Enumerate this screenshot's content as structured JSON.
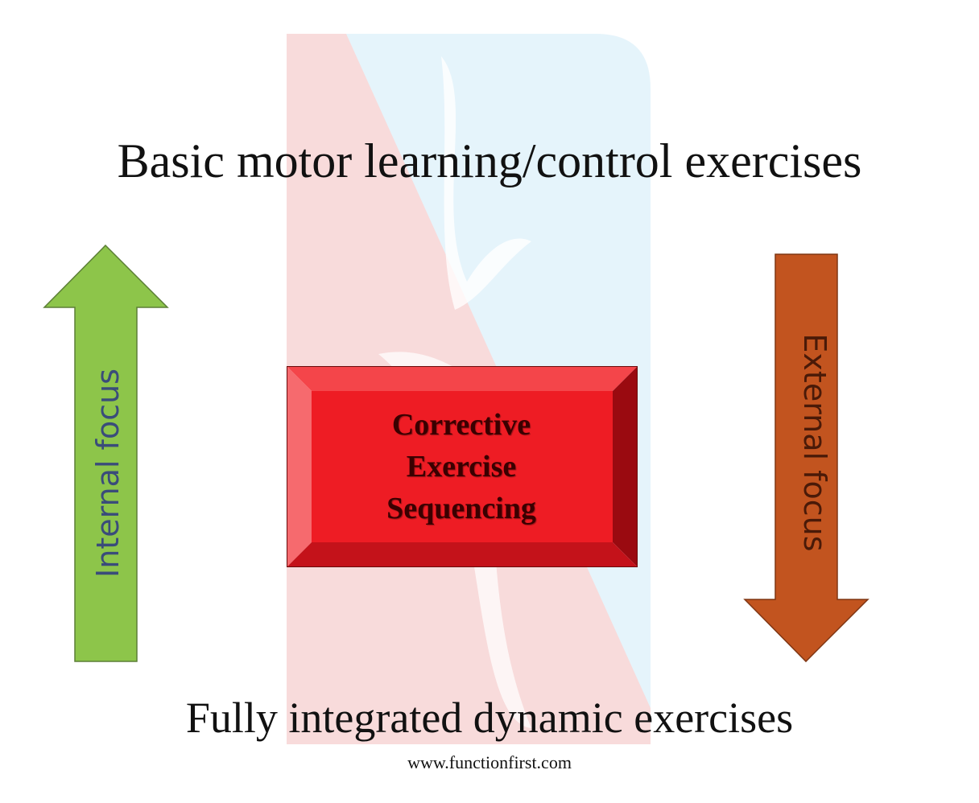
{
  "top_heading": "Basic motor learning/control exercises",
  "bottom_heading": "Fully integrated dynamic exercises",
  "center_box": {
    "lines": [
      "Corrective",
      "Exercise",
      "Sequencing"
    ]
  },
  "left_arrow": {
    "label": "Internal focus",
    "direction": "up",
    "color": "#8dc54a"
  },
  "right_arrow": {
    "label": "External focus",
    "direction": "down",
    "color": "#c2541f"
  },
  "website": "www.functionfirst.com",
  "colors": {
    "box_face": "#ee1c24",
    "watermark_red": "#f6d3d3",
    "watermark_blue": "#dff1fa"
  }
}
